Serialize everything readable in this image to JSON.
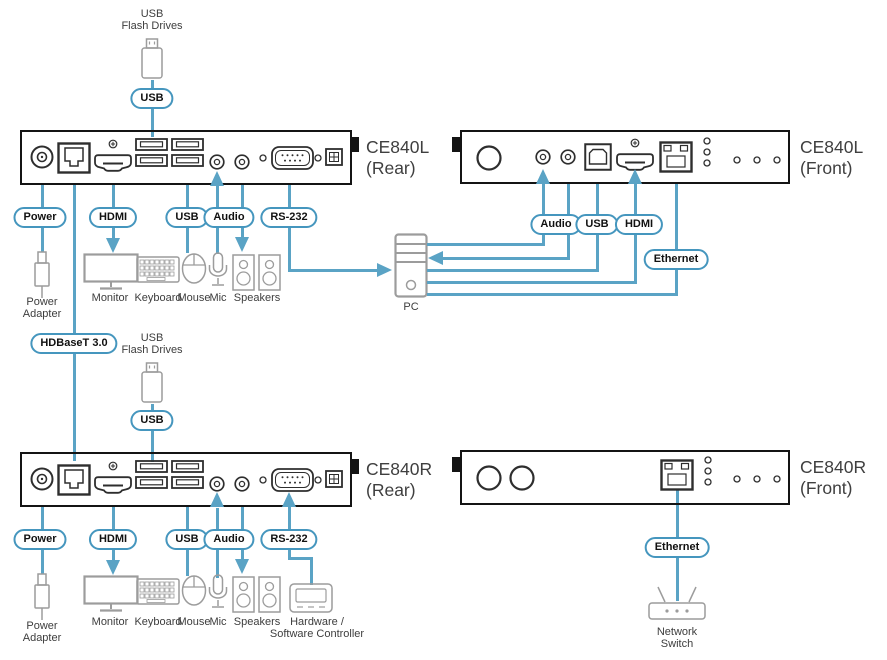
{
  "colors": {
    "line": "#5aa3c5",
    "pill_border": "#4596be",
    "device_outline": "#141414",
    "port_stroke": "#2e2e2e",
    "peripheral_stroke": "#9c9c9c",
    "text": "#3d3d3d"
  },
  "top_left": {
    "usb_flash": {
      "label": "USB\nFlash Drives",
      "pill": "USB"
    },
    "device": {
      "label": "CE840L\n(Rear)"
    },
    "pills": {
      "power": "Power",
      "hdmi": "HDMI",
      "usb": "USB",
      "audio": "Audio",
      "rs232": "RS-232"
    },
    "peripherals": {
      "power_adapter": "Power\nAdapter",
      "monitor": "Monitor",
      "keyboard": "Keyboard",
      "mouse": "Mouse",
      "mic": "Mic",
      "speakers": "Speakers"
    }
  },
  "link": {
    "hdbaset": "HDBaseT 3.0"
  },
  "top_right": {
    "device": {
      "label": "CE840L\n(Front)"
    },
    "pills": {
      "audio": "Audio",
      "usb": "USB",
      "hdmi": "HDMI",
      "ethernet": "Ethernet"
    },
    "pc_label": "PC"
  },
  "bottom_left": {
    "usb_flash": {
      "label": "USB\nFlash Drives",
      "pill": "USB"
    },
    "device": {
      "label": "CE840R\n(Rear)"
    },
    "pills": {
      "power": "Power",
      "hdmi": "HDMI",
      "usb": "USB",
      "audio": "Audio",
      "rs232": "RS-232"
    },
    "peripherals": {
      "power_adapter": "Power\nAdapter",
      "monitor": "Monitor",
      "keyboard": "Keyboard",
      "mouse": "Mouse",
      "mic": "Mic",
      "speakers": "Speakers",
      "controller": "Hardware /\nSoftware Controller"
    }
  },
  "bottom_right": {
    "device": {
      "label": "CE840R\n(Front)"
    },
    "pills": {
      "ethernet": "Ethernet"
    },
    "network_switch": "Network\nSwitch"
  }
}
